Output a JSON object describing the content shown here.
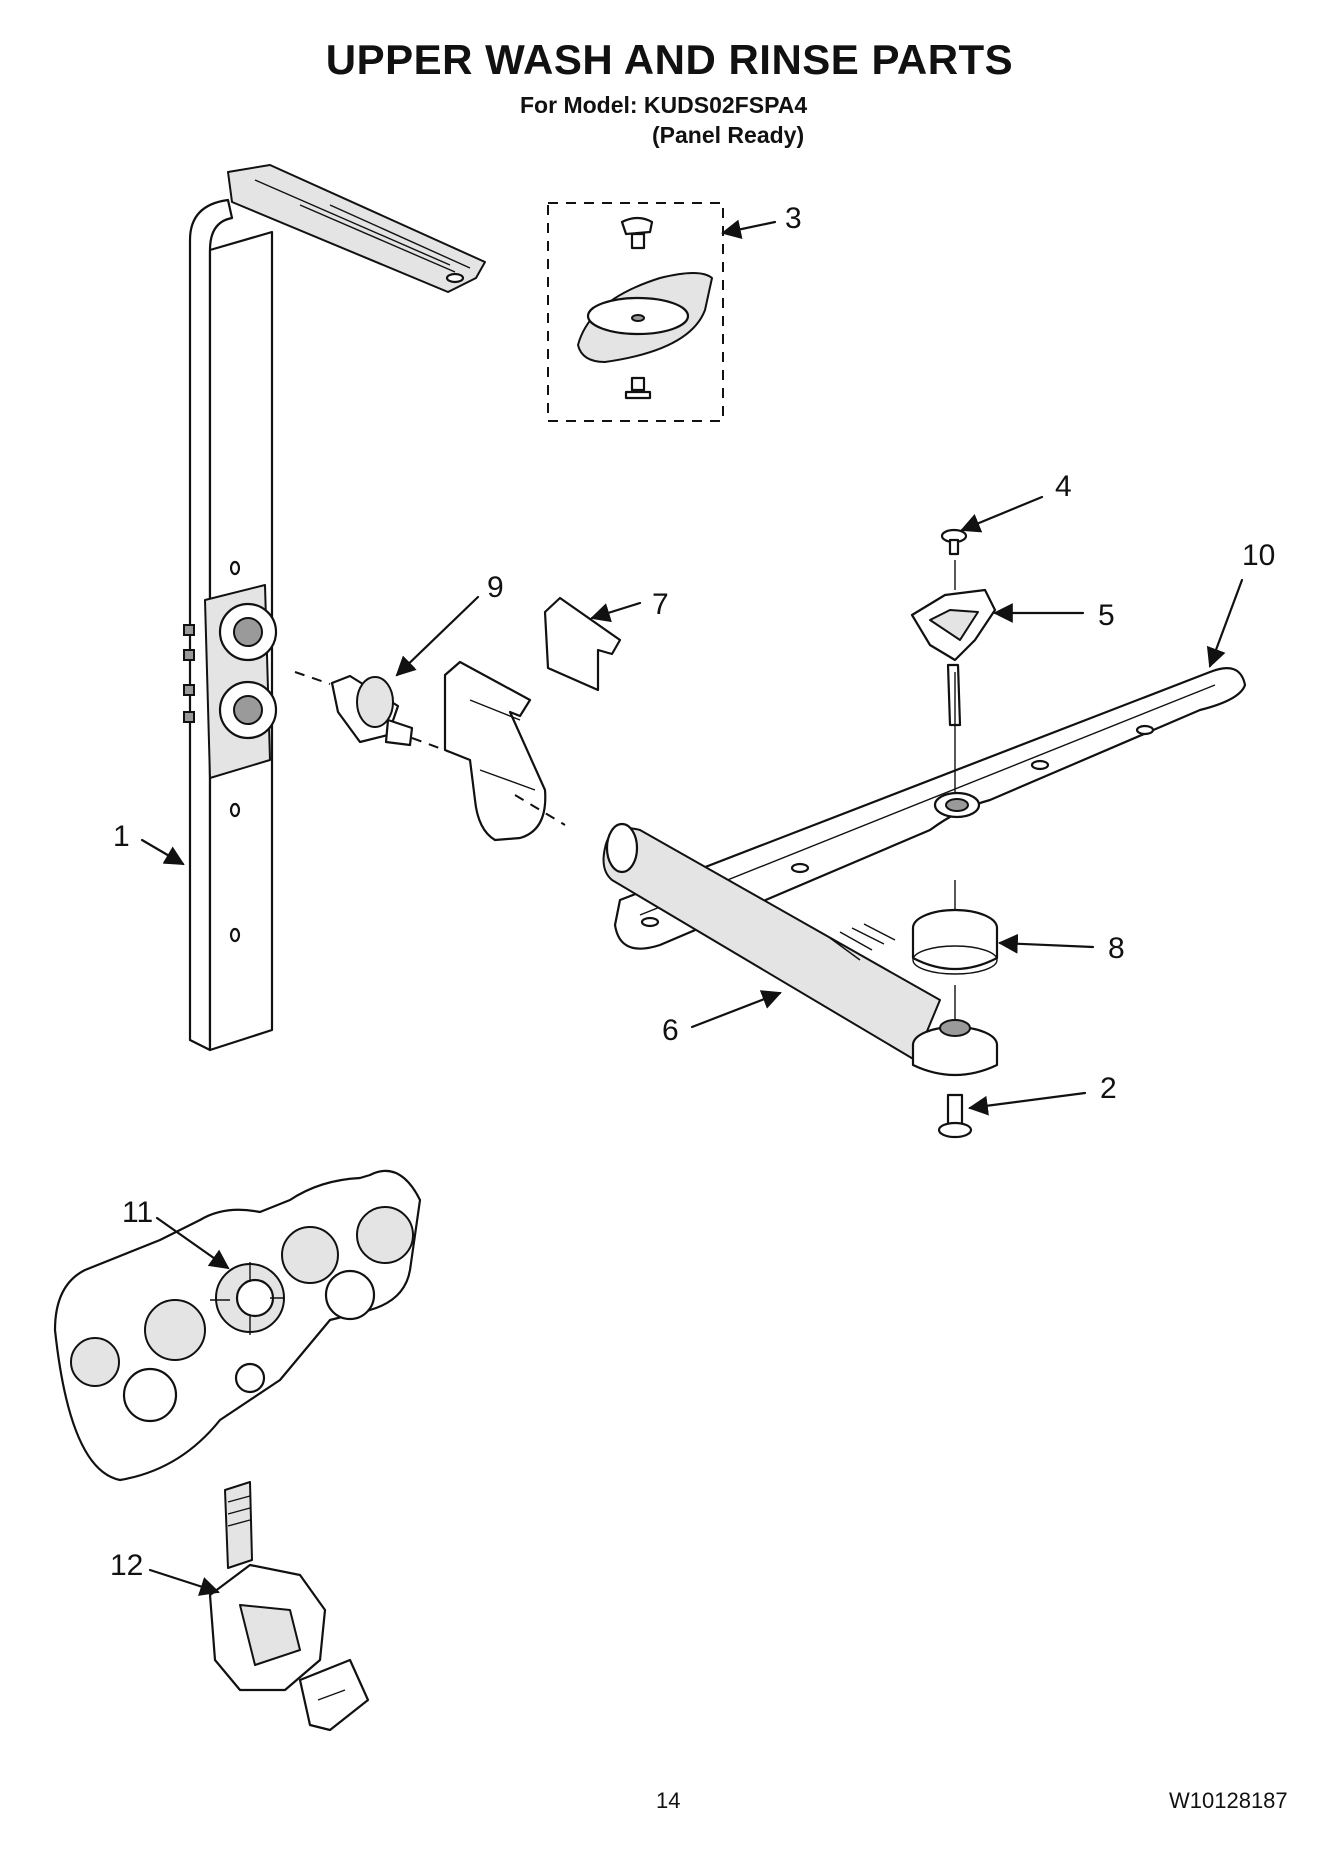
{
  "header": {
    "title": "UPPER WASH AND RINSE PARTS",
    "model_line": "For Model: KUDS02FSPA4",
    "variant_line": "(Panel Ready)"
  },
  "callouts": [
    "1",
    "2",
    "3",
    "4",
    "5",
    "6",
    "7",
    "8",
    "9",
    "10",
    "11",
    "12"
  ],
  "footer": {
    "page_number": "14",
    "document_number": "W10128187"
  }
}
